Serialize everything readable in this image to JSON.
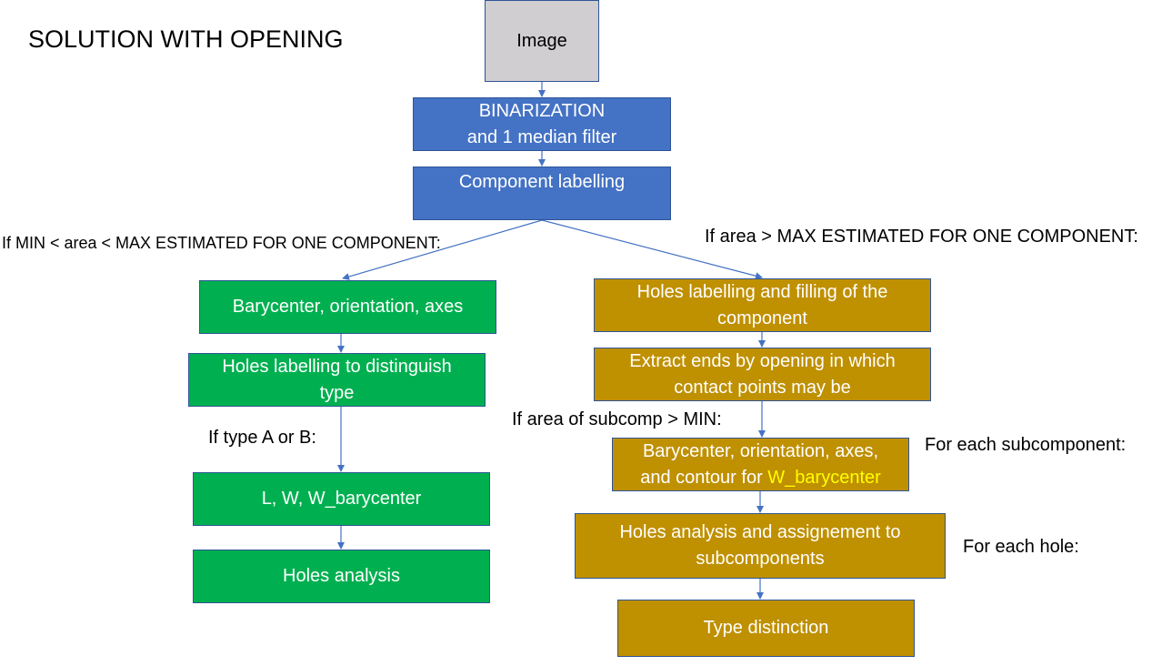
{
  "title": "SOLUTION WITH OPENING",
  "boxes": {
    "image": "Image",
    "binarization": "BINARIZATION\nand 1 median filter",
    "component_labelling": "Component labelling",
    "barycenter_left": "Barycenter, orientation, axes",
    "holes_labelling_type": "Holes labelling to distinguish\ntype",
    "l_w_barycenter": "L, W, W_barycenter",
    "holes_analysis": "Holes analysis",
    "holes_filling": "Holes labelling and filling of the\ncomponent",
    "extract_ends": "Extract ends by opening in which\ncontact points may be",
    "barycenter_right_line1": "Barycenter, orientation, axes,",
    "barycenter_right_line2_prefix": "and contour for ",
    "barycenter_right_highlight": "W_barycenter",
    "holes_assignement": "Holes analysis and assignement to\nsubcomponents",
    "type_distinction": "Type distinction"
  },
  "notes": {
    "left_condition": "If MIN < area < MAX ESTIMATED FOR ONE COMPONENT:",
    "right_condition": "If area > MAX ESTIMATED FOR ONE COMPONENT:",
    "type_condition": "If type A or B:",
    "subcomp_condition": "If area of subcomp > MIN:",
    "each_subcomponent": "For each subcomponent:",
    "each_hole": "For each hole:"
  },
  "colors": {
    "gray_box": "#d0ced0",
    "blue_box": "#4472c4",
    "green_box": "#00b050",
    "gold_box": "#bf9000",
    "arrow": "#4472c4",
    "highlight_text": "#ffff00"
  }
}
